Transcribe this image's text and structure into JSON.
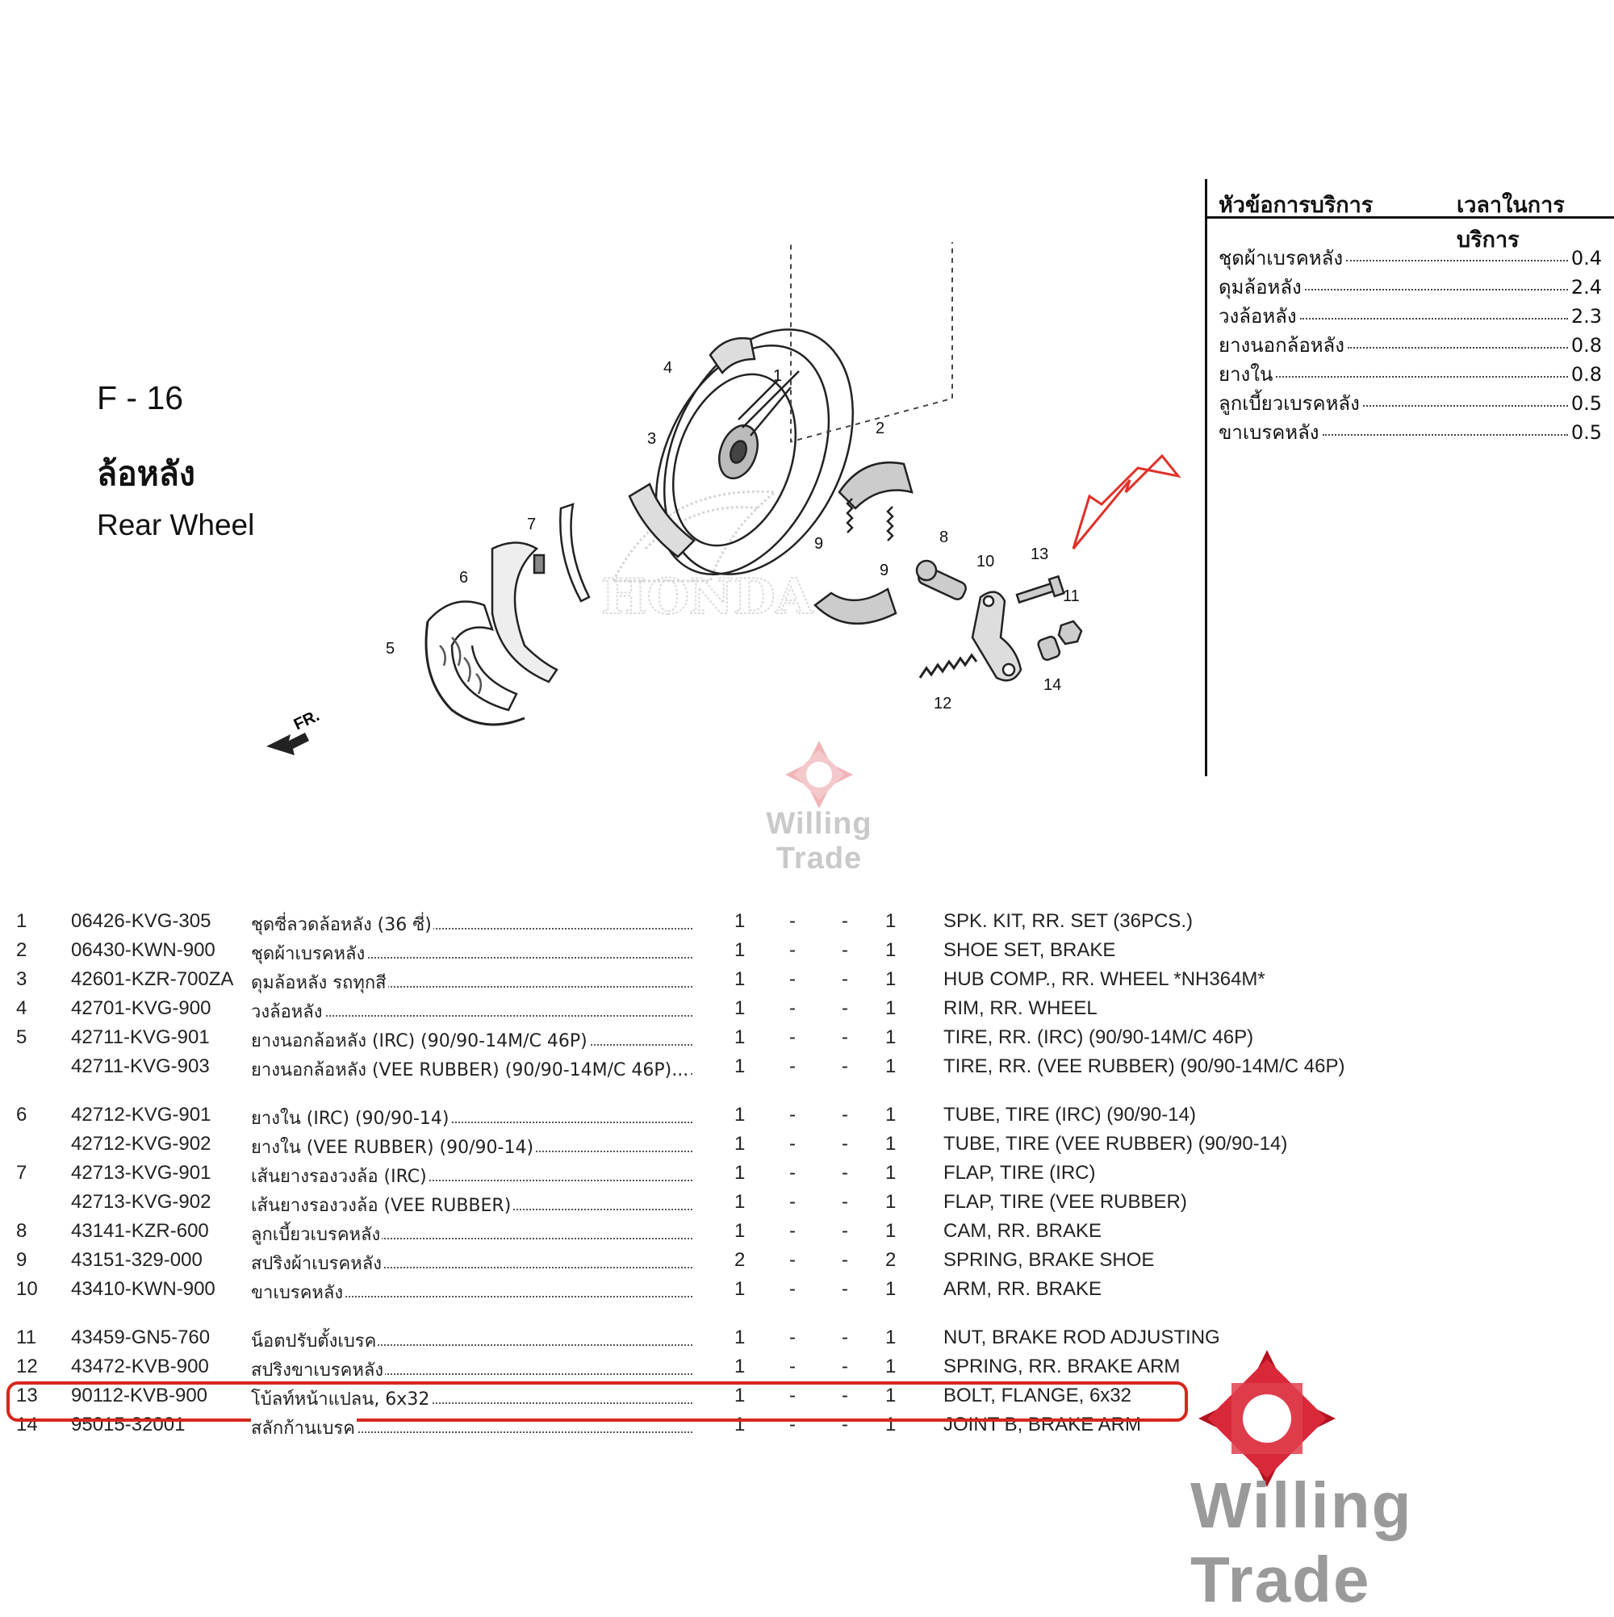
{
  "figure": {
    "code": "F - 16",
    "title_th": "ล้อหลัง",
    "title_en": "Rear Wheel"
  },
  "diagram": {
    "callouts": [
      "1",
      "2",
      "3",
      "4",
      "5",
      "6",
      "7",
      "8",
      "9",
      "9",
      "10",
      "11",
      "12",
      "13",
      "14"
    ],
    "brand_watermark": "HONDA",
    "front_indicator": "FR.",
    "arrow_color": "#e0302a"
  },
  "watermark": {
    "text": "Willing Trade",
    "brand_color": "#c8102e"
  },
  "service_time": {
    "header_item": "หัวข้อการบริการ",
    "header_time": "เวลาในการบริการ",
    "rows": [
      {
        "name": "ชุดผ้าเบรคหลัง",
        "time": "0.4"
      },
      {
        "name": "ดุมล้อหลัง",
        "time": "2.4"
      },
      {
        "name": "วงล้อหลัง",
        "time": "2.3"
      },
      {
        "name": "ยางนอกล้อหลัง",
        "time": "0.8"
      },
      {
        "name": "ยางใน",
        "time": "0.8"
      },
      {
        "name": "ลูกเบี้ยวเบรคหลัง",
        "time": "0.5"
      },
      {
        "name": "ขาเบรคหลัง",
        "time": "0.5"
      }
    ]
  },
  "parts": [
    {
      "no": "1",
      "pn": "06426-KVG-305",
      "th": "ชุดซี่ลวดล้อหลัง (36 ซี่)",
      "q1": "1",
      "d1": "-",
      "d2": "-",
      "q2": "1",
      "en": "SPK. KIT, RR. SET (36PCS.)"
    },
    {
      "no": "2",
      "pn": "06430-KWN-900",
      "th": "ชุดผ้าเบรคหลัง",
      "q1": "1",
      "d1": "-",
      "d2": "-",
      "q2": "1",
      "en": "SHOE SET, BRAKE"
    },
    {
      "no": "3",
      "pn": "42601-KZR-700ZA",
      "th": "ดุมล้อหลัง รถทุกสี",
      "q1": "1",
      "d1": "-",
      "d2": "-",
      "q2": "1",
      "en": "HUB COMP., RR. WHEEL *NH364M*"
    },
    {
      "no": "4",
      "pn": "42701-KVG-900",
      "th": "วงล้อหลัง",
      "q1": "1",
      "d1": "-",
      "d2": "-",
      "q2": "1",
      "en": "RIM, RR. WHEEL"
    },
    {
      "no": "5",
      "pn": "42711-KVG-901",
      "th": "ยางนอกล้อหลัง (IRC) (90/90-14M/C 46P)",
      "q1": "1",
      "d1": "-",
      "d2": "-",
      "q2": "1",
      "en": "TIRE, RR. (IRC) (90/90-14M/C 46P)"
    },
    {
      "no": "",
      "pn": "42711-KVG-903",
      "th": "ยางนอกล้อหลัง (VEE RUBBER) (90/90-14M/C 46P)...",
      "q1": "1",
      "d1": "-",
      "d2": "-",
      "q2": "1",
      "en": "TIRE, RR. (VEE RUBBER) (90/90-14M/C 46P)"
    },
    {
      "no": "6",
      "pn": "42712-KVG-901",
      "th": "ยางใน (IRC) (90/90-14)",
      "q1": "1",
      "d1": "-",
      "d2": "-",
      "q2": "1",
      "en": "TUBE, TIRE (IRC) (90/90-14)"
    },
    {
      "no": "",
      "pn": "42712-KVG-902",
      "th": "ยางใน (VEE RUBBER) (90/90-14)",
      "q1": "1",
      "d1": "-",
      "d2": "-",
      "q2": "1",
      "en": "TUBE, TIRE (VEE RUBBER) (90/90-14)"
    },
    {
      "no": "7",
      "pn": "42713-KVG-901",
      "th": "เส้นยางรองวงล้อ (IRC)",
      "q1": "1",
      "d1": "-",
      "d2": "-",
      "q2": "1",
      "en": "FLAP, TIRE (IRC)"
    },
    {
      "no": "",
      "pn": "42713-KVG-902",
      "th": "เส้นยางรองวงล้อ (VEE RUBBER)",
      "q1": "1",
      "d1": "-",
      "d2": "-",
      "q2": "1",
      "en": "FLAP, TIRE (VEE RUBBER)"
    },
    {
      "no": "8",
      "pn": "43141-KZR-600",
      "th": "ลูกเบี้ยวเบรคหลัง",
      "q1": "1",
      "d1": "-",
      "d2": "-",
      "q2": "1",
      "en": "CAM, RR. BRAKE"
    },
    {
      "no": "9",
      "pn": "43151-329-000",
      "th": "สปริงผ้าเบรคหลัง",
      "q1": "2",
      "d1": "-",
      "d2": "-",
      "q2": "2",
      "en": "SPRING, BRAKE SHOE"
    },
    {
      "no": "10",
      "pn": "43410-KWN-900",
      "th": "ขาเบรคหลัง",
      "q1": "1",
      "d1": "-",
      "d2": "-",
      "q2": "1",
      "en": "ARM, RR. BRAKE"
    },
    {
      "no": "11",
      "pn": "43459-GN5-760",
      "th": "น็อตปรับตั้งเบรค",
      "q1": "1",
      "d1": "-",
      "d2": "-",
      "q2": "1",
      "en": "NUT, BRAKE ROD ADJUSTING"
    },
    {
      "no": "12",
      "pn": "43472-KVB-900",
      "th": "สปริงขาเบรคหลัง",
      "q1": "1",
      "d1": "-",
      "d2": "-",
      "q2": "1",
      "en": "SPRING, RR. BRAKE ARM"
    },
    {
      "no": "13",
      "pn": "90112-KVB-900",
      "th": "โบ้ลท์หน้าแปลน, 6x32",
      "q1": "1",
      "d1": "-",
      "d2": "-",
      "q2": "1",
      "en": "BOLT, FLANGE, 6x32"
    },
    {
      "no": "14",
      "pn": "95015-32001",
      "th": "สลักก้านเบรค",
      "q1": "1",
      "d1": "-",
      "d2": "-",
      "q2": "1",
      "en": "JOINT B, BRAKE ARM"
    }
  ]
}
